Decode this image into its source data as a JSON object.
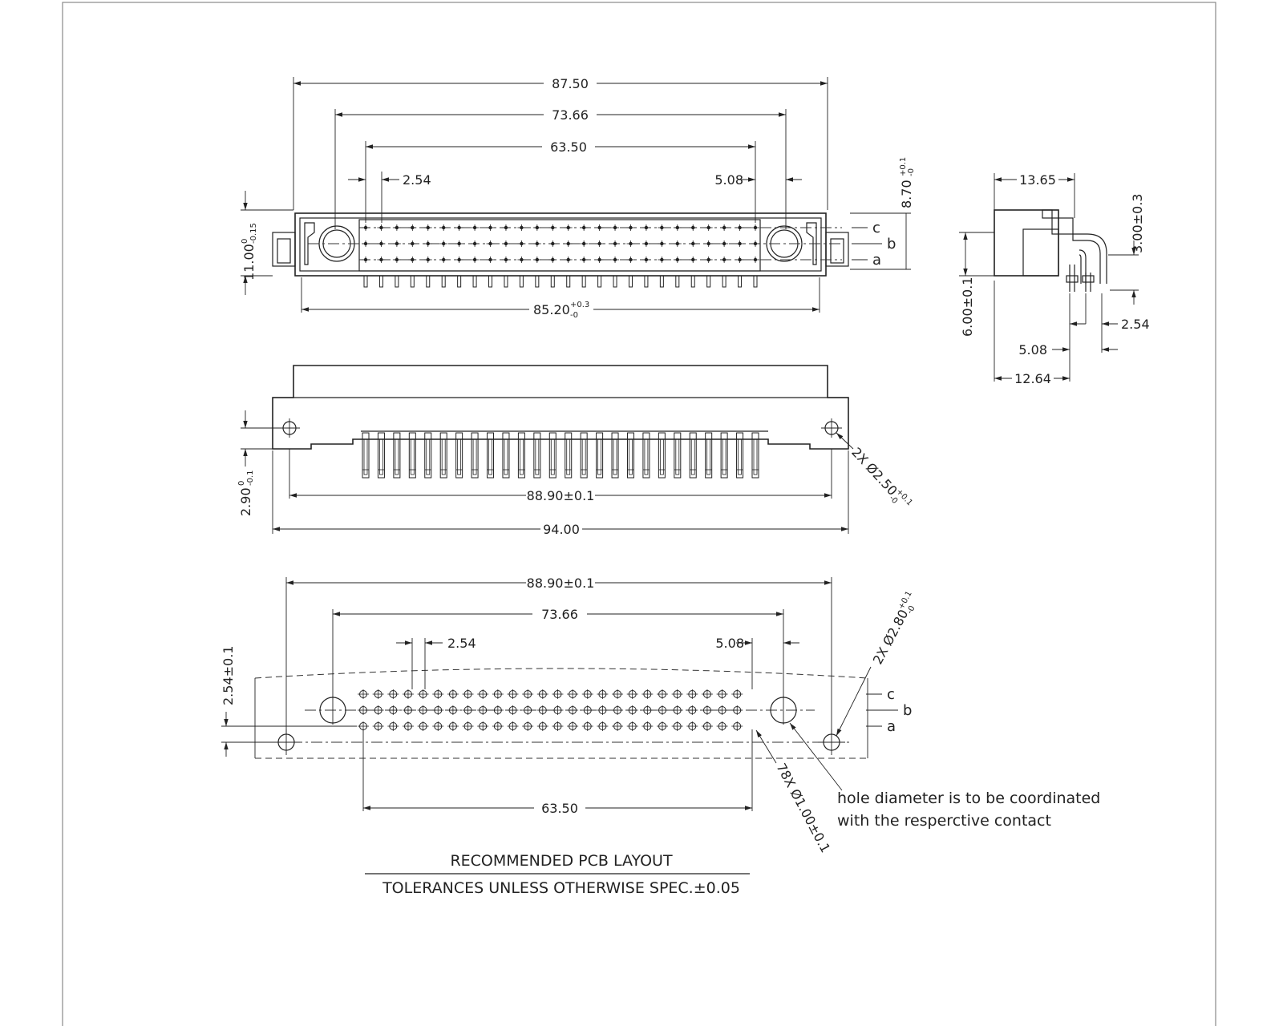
{
  "front_view": {
    "overall_width": "87.50",
    "hole_pitch": "73.66",
    "contact_span": "63.50",
    "pitch": "2.54",
    "hole_offset": "5.08",
    "height_base": "11.00",
    "height_tol_top": "0",
    "height_tol_bottom": "-0.15",
    "depth_base": "8.70",
    "depth_tol_top": "+0.1",
    "depth_tol_bottom": "-0",
    "row_c": "c",
    "row_b": "b",
    "row_a": "a",
    "body_width_base": "85.20",
    "body_width_tol_top": "+0.3",
    "body_width_tol_bottom": "-0"
  },
  "top_view": {
    "hole_spacing": "88.90±0.1",
    "overall_length": "94.00",
    "edge_base": "2.90",
    "edge_tol_top": "0",
    "edge_tol_bottom": "-0.1",
    "mount_hole_note": "2X Ø2.50",
    "mount_hole_tol_top": "+0.1",
    "mount_hole_tol_bottom": "-0"
  },
  "side_view": {
    "top_width": "13.65",
    "pin_height": "3.00±0.3",
    "body_height": "6.00±0.1",
    "row_pitch": "2.54",
    "row_offset": "5.08",
    "bottom_width": "12.64"
  },
  "pcb_layout": {
    "hole_spacing": "88.90±0.1",
    "hole_pitch": "73.66",
    "pitch": "2.54",
    "hole_offset": "5.08",
    "row_offset": "2.54±0.1",
    "contact_span": "63.50",
    "row_c": "c",
    "row_b": "b",
    "row_a": "a",
    "mount_hole_note": "2X Ø2.80",
    "mount_hole_tol_top": "+0.1",
    "mount_hole_tol_bottom": "-0",
    "contact_hole_note": "78X Ø1.00±0.1",
    "hole_note_line1": "hole diameter is to be coordinated",
    "hole_note_line2": "with the resperctive contact"
  },
  "caption": {
    "title": "RECOMMENDED PCB LAYOUT",
    "tolerance": "TOLERANCES UNLESS OTHERWISE SPEC.±0.05"
  }
}
